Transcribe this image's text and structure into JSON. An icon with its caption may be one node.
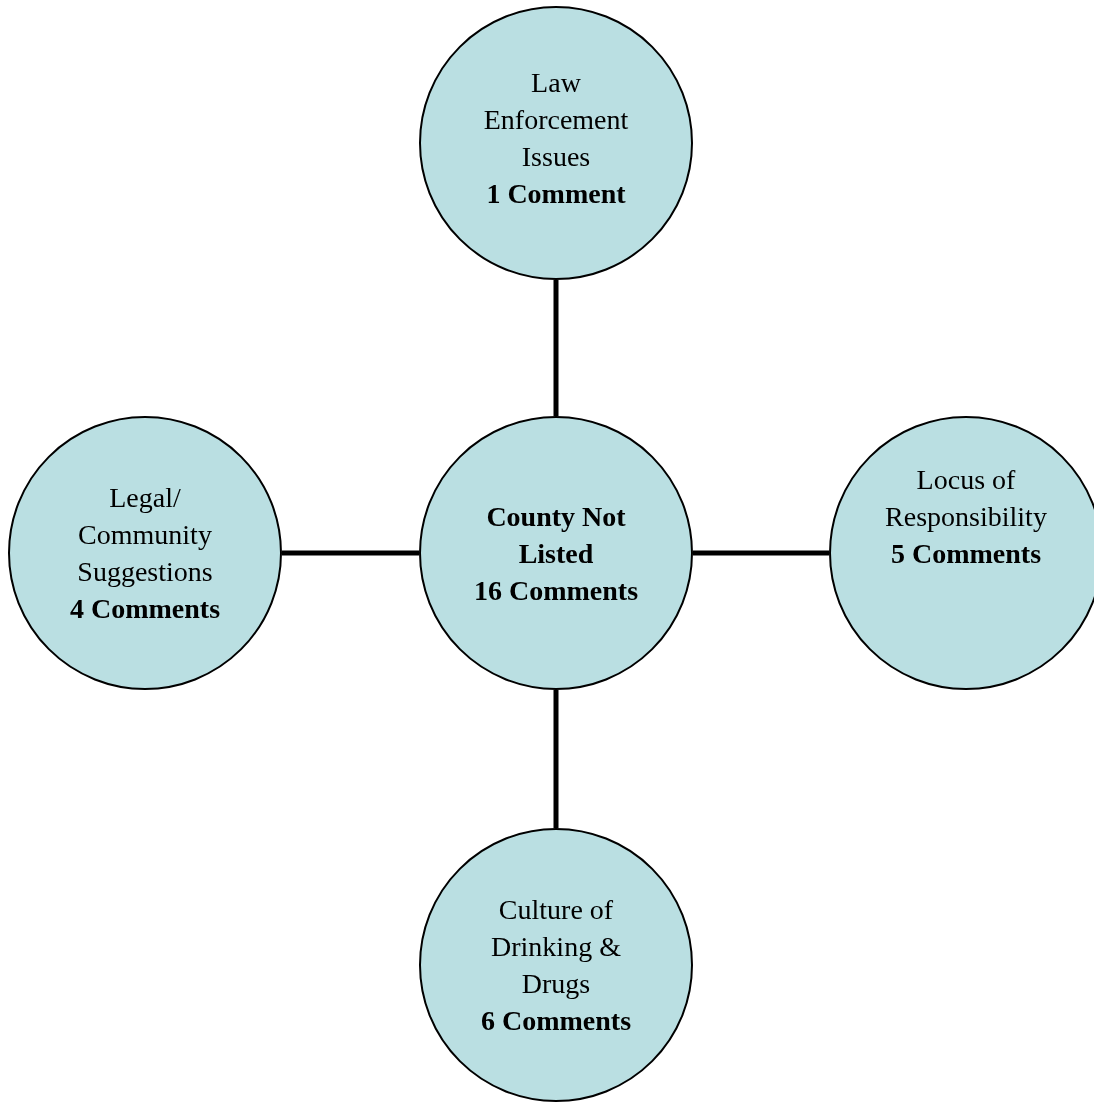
{
  "diagram": {
    "nodes": [
      {
        "text": [
          "Law Enforcement Issues",
          "1 Comment"
        ]
      },
      {
        "text": [
          "Legal/ Community Suggestions",
          "4 Comments"
        ]
      },
      {
        "text": [
          "County Not Listed",
          "16 Comments"
        ]
      },
      {
        "text": [
          "Locus of Responsibility",
          "5 Comments"
        ]
      },
      {
        "text": [
          "Culture of Drinking & Drugs",
          "6 Comments"
        ]
      }
    ],
    "edges": [
      {
        "from": 2,
        "to": 0,
        "arrow": "none"
      },
      {
        "from": 2,
        "to": 1,
        "arrow": "none"
      },
      {
        "from": 2,
        "to": 3,
        "arrow": "none"
      },
      {
        "from": 2,
        "to": 4,
        "arrow": "none"
      }
    ]
  }
}
